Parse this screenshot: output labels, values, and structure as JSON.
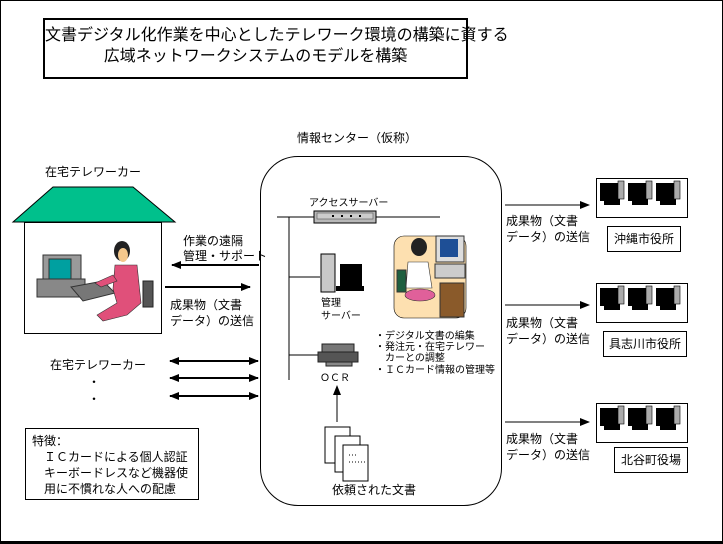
{
  "title": {
    "line1": "文書デジタル化作業を中心としたテレワーク環境の構築に資する",
    "line2": "広域ネットワークシステムのモデルを構築"
  },
  "home_worker": {
    "label": "在宅テレワーカー",
    "arrow_in_label_1": "作業の遠隔",
    "arrow_in_label_2": "管理・サポート",
    "arrow_out_label_1": "成果物（文書",
    "arrow_out_label_2": "データ）の送信"
  },
  "other_workers": {
    "label": "在宅テレワーカー",
    "dot1": "・",
    "dot2": "・"
  },
  "features": {
    "heading": "特徴：",
    "lines": [
      "ＩＣカードによる個人認証",
      "キーボードレスなど機器使",
      "用に不慣れな人への配慮"
    ]
  },
  "center": {
    "label": "情報センター（仮称）",
    "access_server": "アクセスサーバー",
    "mgmt_server_1": "管理",
    "mgmt_server_2": "サーバー",
    "ocr": "ＯＣＲ",
    "tasks": [
      "・デジタル文書の編集",
      "・発注元・在宅テレワー",
      "　カーとの調整",
      "・ＩＣカード情報の管理等"
    ],
    "documents": "依頼された文書"
  },
  "offices": [
    {
      "name": "沖縄市役所",
      "send_1": "成果物（文書",
      "send_2": "データ）の送信"
    },
    {
      "name": "具志川市役所",
      "send_1": "成果物（文書",
      "send_2": "データ）の送信"
    },
    {
      "name": "北谷町役場",
      "send_1": "成果物（文書",
      "send_2": "データ）の送信"
    }
  ],
  "colors": {
    "roof": "#00c08c",
    "monitor_screen": "#00a0a0",
    "worker_dress": "#e0507a",
    "server_gray": "#b8b8b8"
  }
}
